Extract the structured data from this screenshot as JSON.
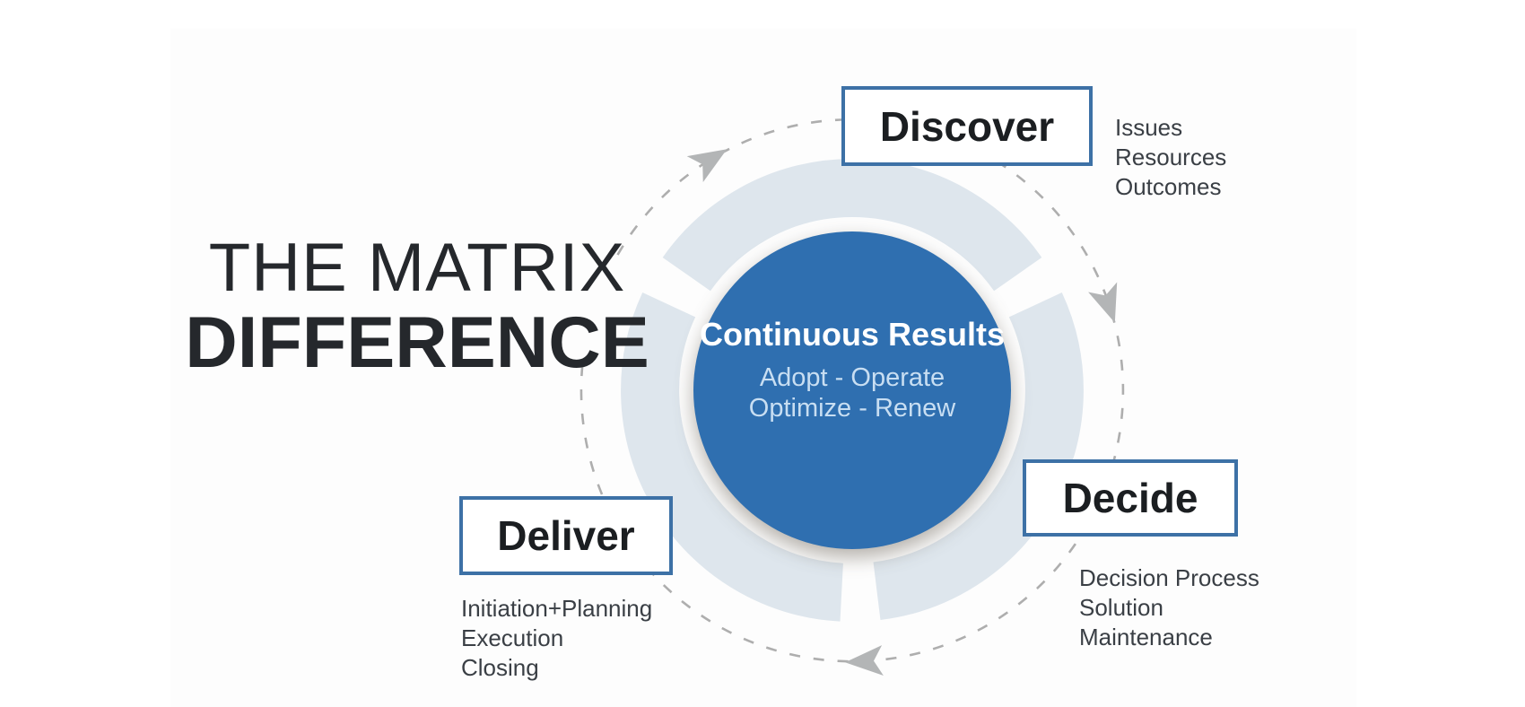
{
  "title": {
    "line1": "THE MATRIX",
    "line2": "DIFFERENCE"
  },
  "center": {
    "heading": "Continuous Results",
    "sub_line1": "Adopt - Operate",
    "sub_line2": "Optimize - Renew"
  },
  "phases": {
    "discover": {
      "label": "Discover",
      "items": [
        "Issues",
        "Resources",
        "Outcomes"
      ]
    },
    "decide": {
      "label": "Decide",
      "items": [
        "Decision Process",
        "Solution",
        "Maintenance"
      ]
    },
    "deliver": {
      "label": "Deliver",
      "items": [
        "Initiation+Planning",
        "Execution",
        "Closing"
      ]
    }
  },
  "colors": {
    "accent_blue": "#2f6fb0",
    "box_border_blue": "#3d71a6",
    "ring_light_blue": "#dee6ed",
    "dash_gray": "#aeaeae",
    "arrow_gray": "#b3b5b6",
    "title_dark": "#25282c"
  }
}
